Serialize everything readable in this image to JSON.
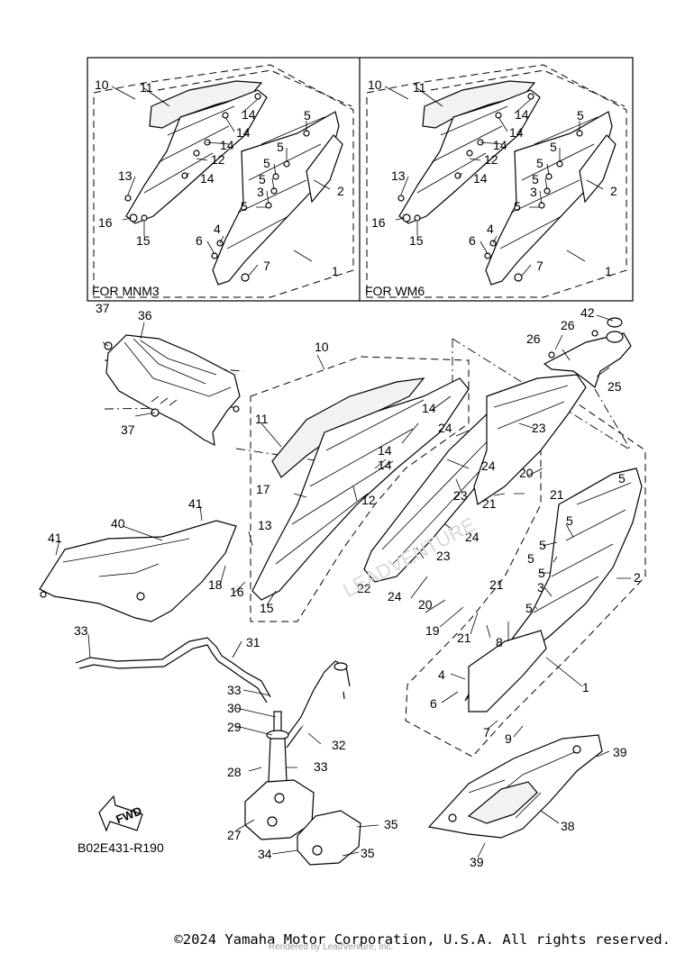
{
  "variant_labels": {
    "left": "FOR MNM3",
    "right": "FOR WM6"
  },
  "diagram_code": "B02E431-R190",
  "fwd_label": "FWD",
  "copyright": "©2024 Yamaha Motor Corporation, U.S.A. All rights reserved.",
  "render_credit": "Rendered by LeadVenture, Inc.",
  "watermark_text": "LEADVENTURE",
  "callouts": {
    "inset_left": [
      "10",
      "11",
      "14",
      "14",
      "14",
      "12",
      "14",
      "13",
      "16",
      "15",
      "5",
      "5",
      "5",
      "5",
      "3",
      "5",
      "2",
      "4",
      "6",
      "7",
      "1"
    ],
    "inset_right": [
      "10",
      "11",
      "14",
      "14",
      "14",
      "12",
      "14",
      "13",
      "16",
      "15",
      "5",
      "5",
      "5",
      "5",
      "3",
      "5",
      "2",
      "4",
      "6",
      "7",
      "1"
    ],
    "main": [
      "37",
      "36",
      "37",
      "10",
      "11",
      "14",
      "14",
      "14",
      "12",
      "17",
      "13",
      "16",
      "15",
      "18",
      "41",
      "40",
      "41",
      "42",
      "26",
      "26",
      "25",
      "23",
      "24",
      "24",
      "23",
      "24",
      "23",
      "20",
      "21",
      "21",
      "22",
      "24",
      "20",
      "19",
      "21",
      "21",
      "5",
      "5",
      "5",
      "5",
      "5",
      "3",
      "5",
      "2",
      "8",
      "4",
      "6",
      "7",
      "9",
      "1",
      "31",
      "33",
      "33",
      "30",
      "29",
      "32",
      "28",
      "33",
      "27",
      "35",
      "35",
      "34",
      "39",
      "38",
      "39"
    ]
  }
}
